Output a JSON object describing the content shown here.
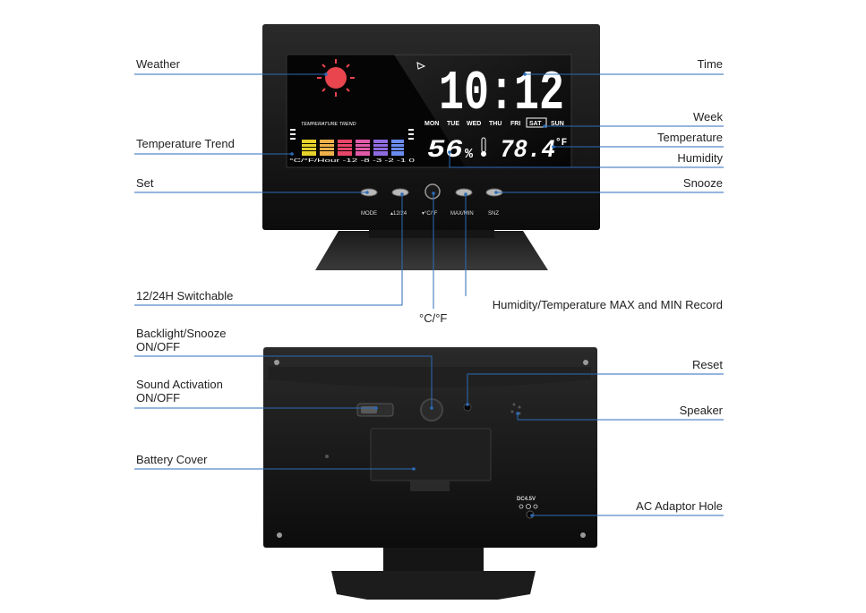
{
  "front": {
    "time_display": "10:12",
    "weekdays": [
      "MON",
      "TUE",
      "WED",
      "THU",
      "FRI",
      "SAT",
      "SUN"
    ],
    "selected_weekday": "SAT",
    "trend_title": "TEMPERATURE TREND",
    "trend_axis": "°C/°F/Hour -12 -8 -3 -2 -1 0",
    "humidity_value": "56",
    "humidity_unit": "%",
    "temperature_value": "78.4",
    "temperature_unit": "°F",
    "buttons": [
      "MODE",
      "▴12/24",
      "▾°C/°F",
      "MAX/MIN",
      "SNZ"
    ]
  },
  "back": {
    "dc_label": "DC4.5V"
  },
  "callouts": {
    "weather": "Weather",
    "temperature_trend": "Temperature Trend",
    "set": "Set",
    "switch_1224": "12/24H Switchable",
    "celsius_fahrenheit": "°C/°F",
    "time": "Time",
    "week": "Week",
    "temperature": "Temperature",
    "humidity": "Humidity",
    "snooze": "Snooze",
    "max_min": "Humidity/Temperature MAX and MIN Record",
    "backlight_1": "Backlight/Snooze",
    "backlight_2": "ON/OFF",
    "sound_1": "Sound Activation",
    "sound_2": "ON/OFF",
    "battery_cover": "Battery Cover",
    "reset": "Reset",
    "speaker": "Speaker",
    "ac_adaptor": "AC Adaptor Hole"
  },
  "colors": {
    "callout_line": "#2b6cb8",
    "sun": "#e8454f",
    "body": "#121212"
  }
}
